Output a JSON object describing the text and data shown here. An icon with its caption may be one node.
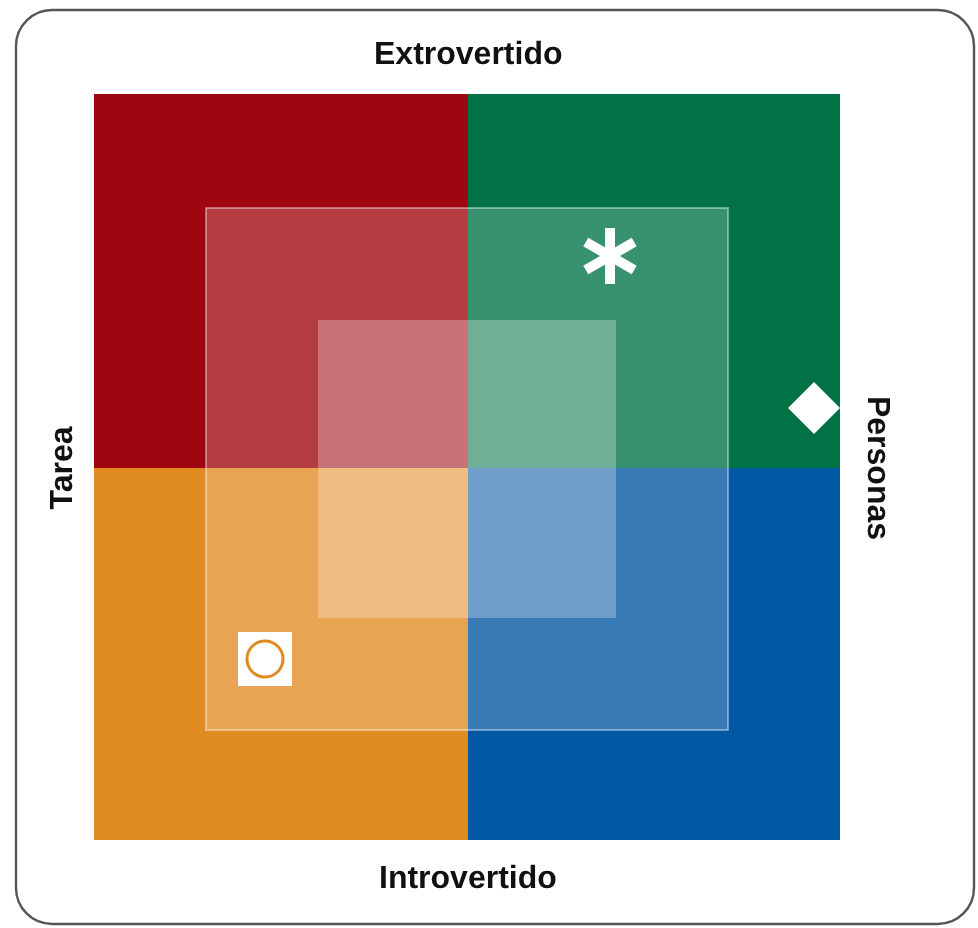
{
  "diagram": {
    "labels": [
      "Extrovertido",
      "Introvertido",
      "Tarea",
      "Personas"
    ]
  }
}
